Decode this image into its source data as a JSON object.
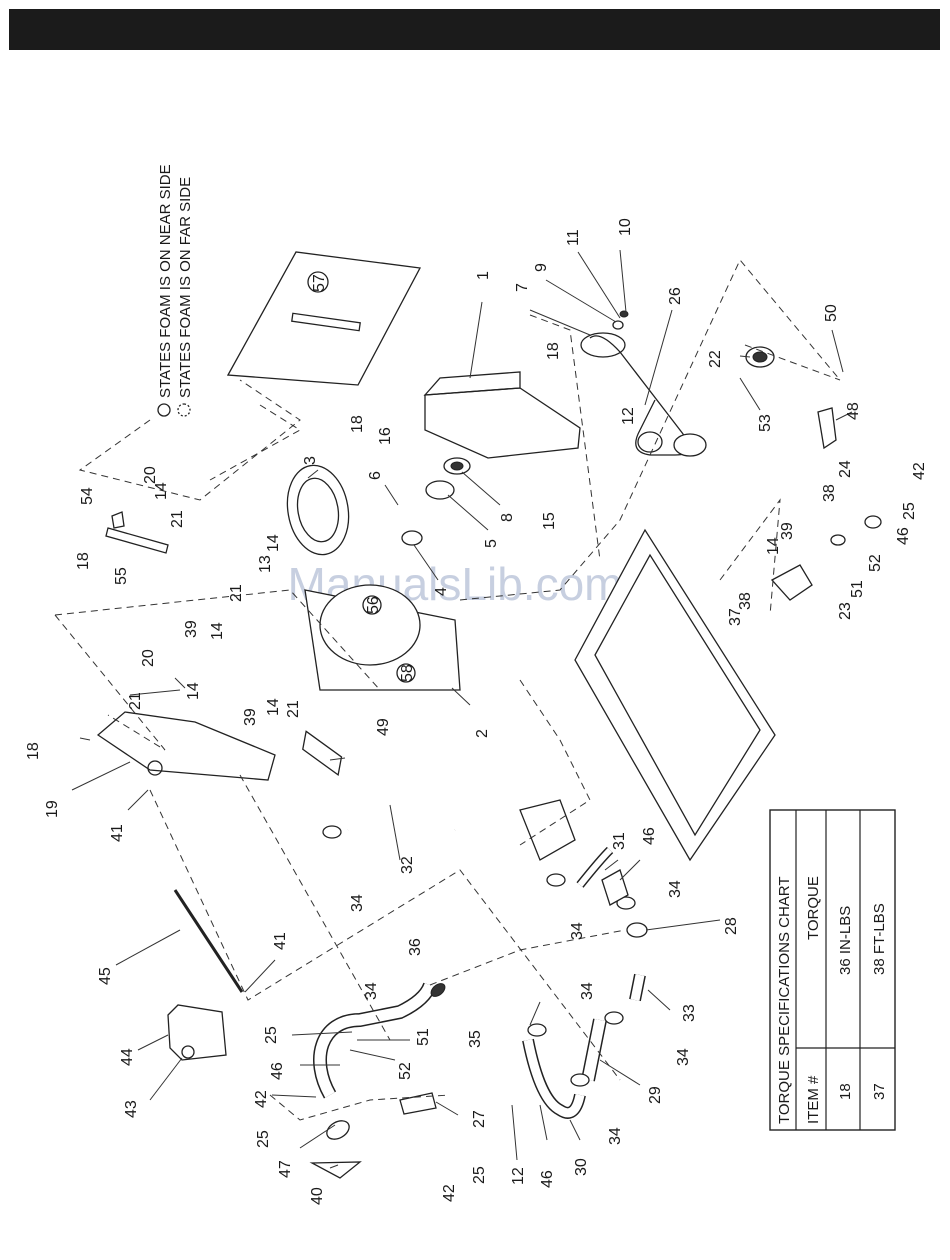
{
  "legend": {
    "near_side": "STATES FOAM IS ON NEAR SIDE",
    "far_side": "STATES FOAM IS ON FAR SIDE"
  },
  "watermark": "ManualsLib.com",
  "callouts": [
    {
      "id": "c1",
      "text": "1"
    },
    {
      "id": "c2",
      "text": "2"
    },
    {
      "id": "c3",
      "text": "3"
    },
    {
      "id": "c4",
      "text": "4"
    },
    {
      "id": "c5",
      "text": "5"
    },
    {
      "id": "c6",
      "text": "6"
    },
    {
      "id": "c7",
      "text": "7"
    },
    {
      "id": "c8",
      "text": "8"
    },
    {
      "id": "c9",
      "text": "9"
    },
    {
      "id": "c10",
      "text": "10"
    },
    {
      "id": "c11",
      "text": "11"
    },
    {
      "id": "c12a",
      "text": "12"
    },
    {
      "id": "c12b",
      "text": "12"
    },
    {
      "id": "c13",
      "text": "13"
    },
    {
      "id": "c14a",
      "text": "14"
    },
    {
      "id": "c14b",
      "text": "14"
    },
    {
      "id": "c14c",
      "text": "14"
    },
    {
      "id": "c14d",
      "text": "14"
    },
    {
      "id": "c14e",
      "text": "14"
    },
    {
      "id": "c14f",
      "text": "14"
    },
    {
      "id": "c15",
      "text": "15"
    },
    {
      "id": "c16",
      "text": "16"
    },
    {
      "id": "c18a",
      "text": "18"
    },
    {
      "id": "c18b",
      "text": "18"
    },
    {
      "id": "c18c",
      "text": "18"
    },
    {
      "id": "c18d",
      "text": "18"
    },
    {
      "id": "c19",
      "text": "19"
    },
    {
      "id": "c20a",
      "text": "20"
    },
    {
      "id": "c20b",
      "text": "20"
    },
    {
      "id": "c21a",
      "text": "21"
    },
    {
      "id": "c21b",
      "text": "21"
    },
    {
      "id": "c21c",
      "text": "21"
    },
    {
      "id": "c21d",
      "text": "21"
    },
    {
      "id": "c22",
      "text": "22"
    },
    {
      "id": "c23",
      "text": "23"
    },
    {
      "id": "c24",
      "text": "24"
    },
    {
      "id": "c25a",
      "text": "25"
    },
    {
      "id": "c25b",
      "text": "25"
    },
    {
      "id": "c25c",
      "text": "25"
    },
    {
      "id": "c25d",
      "text": "25"
    },
    {
      "id": "c26",
      "text": "26"
    },
    {
      "id": "c27",
      "text": "27"
    },
    {
      "id": "c28",
      "text": "28"
    },
    {
      "id": "c29",
      "text": "29"
    },
    {
      "id": "c30",
      "text": "30"
    },
    {
      "id": "c31",
      "text": "31"
    },
    {
      "id": "c32",
      "text": "32"
    },
    {
      "id": "c33",
      "text": "33"
    },
    {
      "id": "c34a",
      "text": "34"
    },
    {
      "id": "c34b",
      "text": "34"
    },
    {
      "id": "c34c",
      "text": "34"
    },
    {
      "id": "c34d",
      "text": "34"
    },
    {
      "id": "c34e",
      "text": "34"
    },
    {
      "id": "c34f",
      "text": "34"
    },
    {
      "id": "c34g",
      "text": "34"
    },
    {
      "id": "c35",
      "text": "35"
    },
    {
      "id": "c36",
      "text": "36"
    },
    {
      "id": "c37",
      "text": "37"
    },
    {
      "id": "c38a",
      "text": "38"
    },
    {
      "id": "c38b",
      "text": "38"
    },
    {
      "id": "c39a",
      "text": "39"
    },
    {
      "id": "c39b",
      "text": "39"
    },
    {
      "id": "c39c",
      "text": "39"
    },
    {
      "id": "c40",
      "text": "40"
    },
    {
      "id": "c41a",
      "text": "41"
    },
    {
      "id": "c41b",
      "text": "41"
    },
    {
      "id": "c42a",
      "text": "42"
    },
    {
      "id": "c42b",
      "text": "42"
    },
    {
      "id": "c42c",
      "text": "42"
    },
    {
      "id": "c43",
      "text": "43"
    },
    {
      "id": "c44",
      "text": "44"
    },
    {
      "id": "c45",
      "text": "45"
    },
    {
      "id": "c46a",
      "text": "46"
    },
    {
      "id": "c46b",
      "text": "46"
    },
    {
      "id": "c46c",
      "text": "46"
    },
    {
      "id": "c46d",
      "text": "46"
    },
    {
      "id": "c47",
      "text": "47"
    },
    {
      "id": "c48",
      "text": "48"
    },
    {
      "id": "c49",
      "text": "49"
    },
    {
      "id": "c50",
      "text": "50"
    },
    {
      "id": "c51a",
      "text": "51"
    },
    {
      "id": "c51b",
      "text": "51"
    },
    {
      "id": "c52a",
      "text": "52"
    },
    {
      "id": "c52b",
      "text": "52"
    },
    {
      "id": "c53",
      "text": "53"
    },
    {
      "id": "c54",
      "text": "54"
    },
    {
      "id": "c55",
      "text": "55"
    },
    {
      "id": "c56",
      "text": "56"
    },
    {
      "id": "c57",
      "text": "57"
    },
    {
      "id": "c58",
      "text": "58"
    }
  ],
  "torque_chart": {
    "title": "TORQUE SPECIFICATIONS CHART",
    "headers": [
      "ITEM #",
      "TORQUE"
    ],
    "rows": [
      [
        "18",
        "36 IN-LBS"
      ],
      [
        "37",
        "38 FT-LBS"
      ]
    ]
  }
}
